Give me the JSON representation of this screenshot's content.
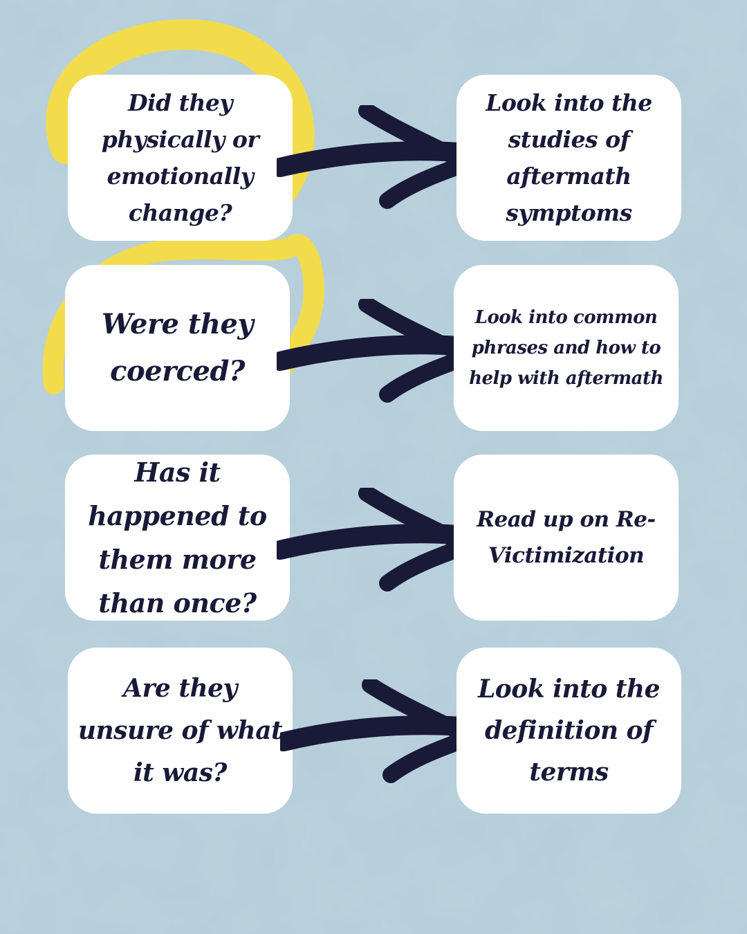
{
  "colors": {
    "background": "#b4cdd9",
    "box_fill": "#ffffff",
    "text": "#181a38",
    "arrow": "#181a38",
    "accent_swirl": "#f2dc4b"
  },
  "rows": [
    {
      "question": "Did they physically or emotionally change?",
      "answer": "Look into the studies of aftermath symptoms"
    },
    {
      "question": "Were they coerced?",
      "answer": "Look into common phrases and how to help with aftermath"
    },
    {
      "question": "Has it happened to them more than once?",
      "answer": "Read up on Re-Victimization"
    },
    {
      "question": "Are they unsure of what it was?",
      "answer": "Look into the definition of terms"
    }
  ],
  "arrow_icon": "brush-arrow-right-icon",
  "decoration_icon": "yellow-swirl-icon"
}
